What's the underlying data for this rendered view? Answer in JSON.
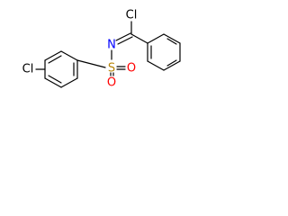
{
  "molecule": {
    "atoms": {
      "cl_top": {
        "label": "Cl",
        "color": "#000000"
      },
      "cl_left": {
        "label": "Cl",
        "color": "#000000"
      },
      "n": {
        "label": "N",
        "color": "#0000ff"
      },
      "s": {
        "label": "S",
        "color": "#b8860b"
      },
      "o_left": {
        "label": "O",
        "color": "#ff0000"
      },
      "o_right": {
        "label": "O",
        "color": "#ff0000"
      }
    }
  }
}
